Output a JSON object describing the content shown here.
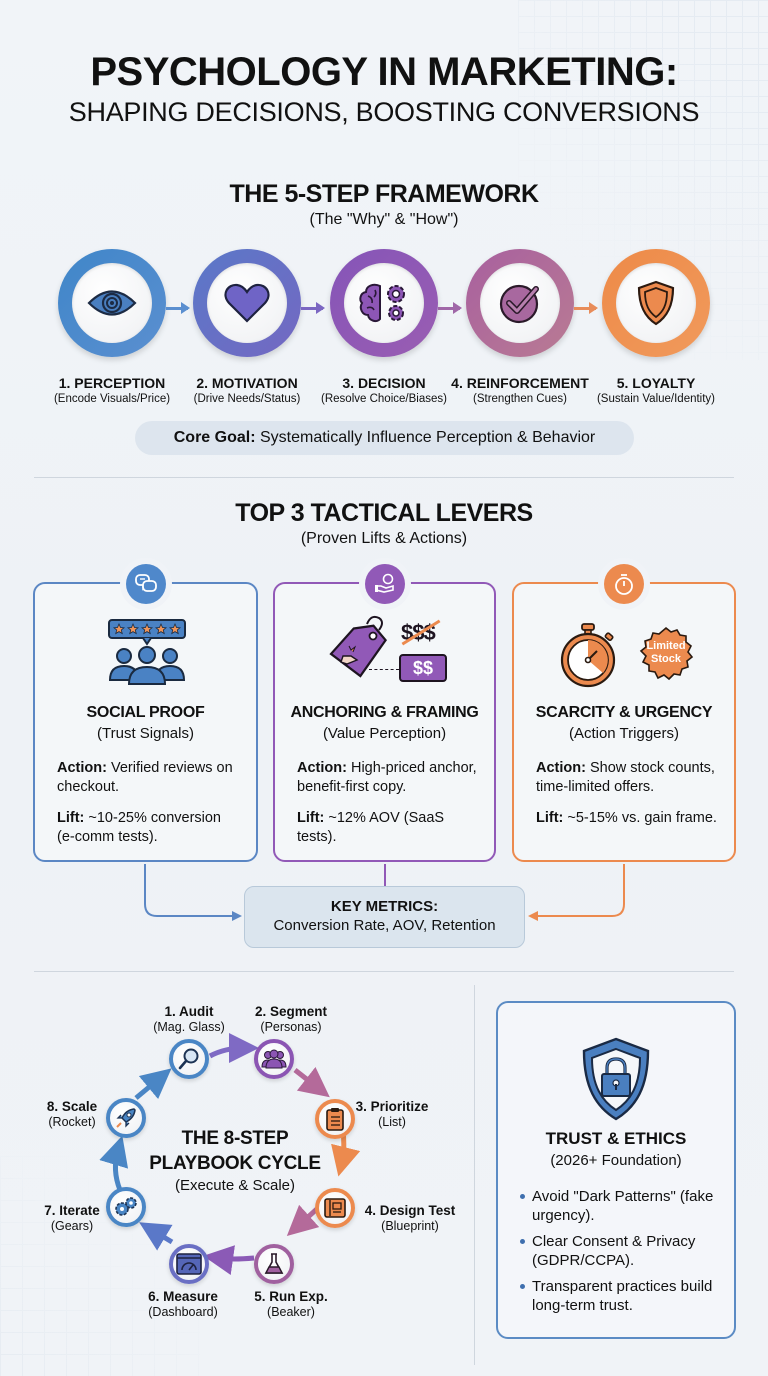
{
  "header": {
    "title": "PSYCHOLOGY IN MARKETING:",
    "subtitle": "SHAPING DECISIONS, BOOSTING CONVERSIONS"
  },
  "framework": {
    "title": "THE 5-STEP FRAMEWORK",
    "subtitle": "(The \"Why\" & \"How\")",
    "steps": [
      {
        "label": "1. PERCEPTION",
        "desc": "(Encode Visuals/Price)",
        "icon": "eye-icon",
        "color": "#4a86c5"
      },
      {
        "label": "2. MOTIVATION",
        "desc": "(Drive Needs/Status)",
        "icon": "heart-icon",
        "color": "#6a6fc4"
      },
      {
        "label": "3. DECISION",
        "desc": "(Resolve Choice/Biases)",
        "icon": "brain-gears-icon",
        "color": "#8b55b3"
      },
      {
        "label": "4. REINFORCEMENT",
        "desc": "(Strengthen Cues)",
        "icon": "check-circle-icon",
        "color": "#a8689f"
      },
      {
        "label": "5. LOYALTY",
        "desc": "(Sustain Value/Identity)",
        "icon": "shield-icon",
        "color": "#ec8a4e"
      }
    ],
    "core_goal_label": "Core Goal:",
    "core_goal_text": " Systematically Influence Perception & Behavior"
  },
  "levers": {
    "title": "TOP 3 TACTICAL LEVERS",
    "subtitle": "(Proven Lifts & Actions)",
    "cards": [
      {
        "title": "SOCIAL PROOF",
        "subtitle": "(Trust Signals)",
        "action_label": "Action:",
        "action_text": " Verified reviews on checkout.",
        "lift_label": "Lift:",
        "lift_text": " ~10-25% conversion (e-comm tests).",
        "badge_icon": "chat-bubbles-icon",
        "illustration": "reviews-group-icon",
        "color": "#4a82c4"
      },
      {
        "title": "ANCHORING & FRAMING",
        "subtitle": "(Value Perception)",
        "action_label": "Action:",
        "action_text": " High-priced anchor, benefit-first copy.",
        "lift_label": "Lift:",
        "lift_text": " ~12% AOV (SaaS tests).",
        "badge_icon": "hand-money-icon",
        "illustration": "price-tag-icon",
        "price_old": "$$$",
        "price_new": "$$",
        "color": "#8f56b4"
      },
      {
        "title": "SCARCITY & URGENCY",
        "subtitle": "(Action Triggers)",
        "action_label": "Action:",
        "action_text": " Show stock counts, time-limited offers.",
        "lift_label": "Lift:",
        "lift_text": " ~5-15% vs. gain frame.",
        "badge_icon": "stopwatch-icon",
        "illustration": "stopwatch-icon",
        "seal_line1": "Limited",
        "seal_line2": "Stock",
        "color": "#ec8a4e"
      }
    ],
    "metrics_title": "KEY METRICS:",
    "metrics_values": "Conversion Rate, AOV, Retention"
  },
  "playbook": {
    "title_line1": "THE 8-STEP",
    "title_line2": "PLAYBOOK CYCLE",
    "subtitle": "(Execute & Scale)",
    "steps": [
      {
        "label": "1. Audit",
        "desc": "(Mag. Glass)",
        "icon": "magnifying-glass-icon",
        "color": "#4a86c5"
      },
      {
        "label": "2. Segment",
        "desc": "(Personas)",
        "icon": "personas-icon",
        "color": "#8b55b3"
      },
      {
        "label": "3. Prioritize",
        "desc": "(List)",
        "icon": "clipboard-list-icon",
        "color": "#ec8a4e"
      },
      {
        "label": "4. Design Test",
        "desc": "(Blueprint)",
        "icon": "blueprint-icon",
        "color": "#ec8a4e"
      },
      {
        "label": "5. Run Exp.",
        "desc": "(Beaker)",
        "icon": "beaker-icon",
        "color": "#a0609f"
      },
      {
        "label": "6. Measure",
        "desc": "(Dashboard)",
        "icon": "dashboard-icon",
        "color": "#6a6fc4"
      },
      {
        "label": "7. Iterate",
        "desc": "(Gears)",
        "icon": "gears-icon",
        "color": "#4a86c5"
      },
      {
        "label": "8. Scale",
        "desc": "(Rocket)",
        "icon": "rocket-icon",
        "color": "#4a86c5"
      }
    ]
  },
  "trust": {
    "title": "TRUST & ETHICS",
    "subtitle": "(2026+ Foundation)",
    "icon": "shield-lock-icon",
    "bullets": [
      "Avoid \"Dark Patterns\" (fake urgency).",
      "Clear Consent & Privacy (GDPR/CCPA).",
      "Transparent practices build long-term trust."
    ]
  }
}
